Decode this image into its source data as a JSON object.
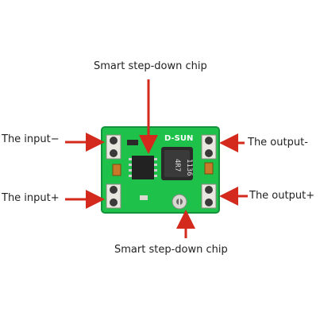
{
  "labels": {
    "top_chip": "Smart step-down chip",
    "bottom_chip": "Smart step-down chip",
    "input_negative": "The input−",
    "input_positive": "The input+",
    "output_negative": "The output-",
    "output_positive": "The output+"
  },
  "board": {
    "brand": "D-SUN",
    "inductor_code": [
      "4R7",
      "1136"
    ]
  },
  "colors": {
    "pcb": "#1ec24a",
    "arrow": "#d42a1e",
    "chip": "#222222",
    "inductor": "#2a2a2a",
    "text": "#222222"
  }
}
